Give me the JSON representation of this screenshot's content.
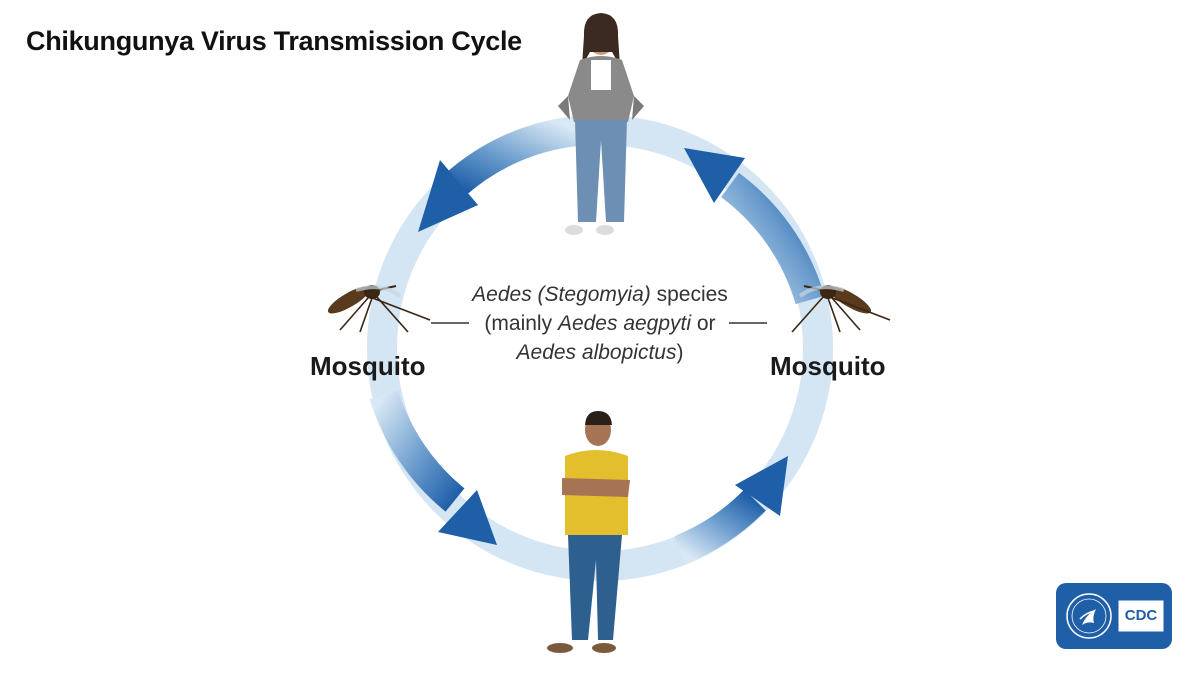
{
  "title": "Chikungunya Virus Transmission Cycle",
  "center_text": {
    "line1_italic": "Aedes (Stegomyia)",
    "line1_normal": " species",
    "line2_normal_a": "(mainly ",
    "line2_italic": "Aedes aegpyti",
    "line2_normal_b": " or",
    "line3_italic": "Aedes albopictus",
    "line3_normal": ")"
  },
  "nodes": {
    "left_label": "Mosquito",
    "right_label": "Mosquito"
  },
  "logo": {
    "text": "CDC"
  },
  "colors": {
    "arrow_dark": "#1f5fa8",
    "ring_light": "#d4e5f3",
    "logo_bg": "#1f5fa8"
  }
}
